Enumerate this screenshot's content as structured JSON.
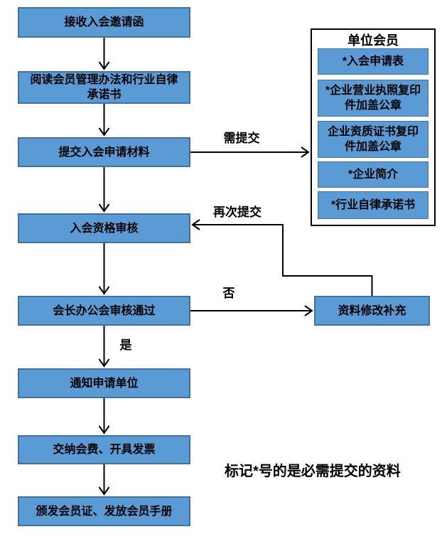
{
  "flow": {
    "steps": [
      "接收入会邀请函",
      "阅读会员管理办法和行业自律承诺书",
      "提交入会申请材料",
      "入会资格审核",
      "会长办公会审核通过",
      "通知申请单位",
      "交纳会费、开具发票",
      "颁发会员证、发放会员手册"
    ],
    "correction_box": "资料修改补充"
  },
  "connector_labels": {
    "submit": "需提交",
    "resubmit": "再次提交",
    "no": "否",
    "yes": "是"
  },
  "side_panel": {
    "title": "单位会员",
    "items": [
      "*入会申请表",
      "*企业营业执照复印件加盖公章",
      "企业资质证书复印件加盖公章",
      "*企业简介",
      "*行业自律承诺书"
    ]
  },
  "note": "标记*号的是必需提交的资料",
  "colors": {
    "box_fill": "#5B9BD5",
    "box_border": "#41719C",
    "line": "#000000"
  }
}
